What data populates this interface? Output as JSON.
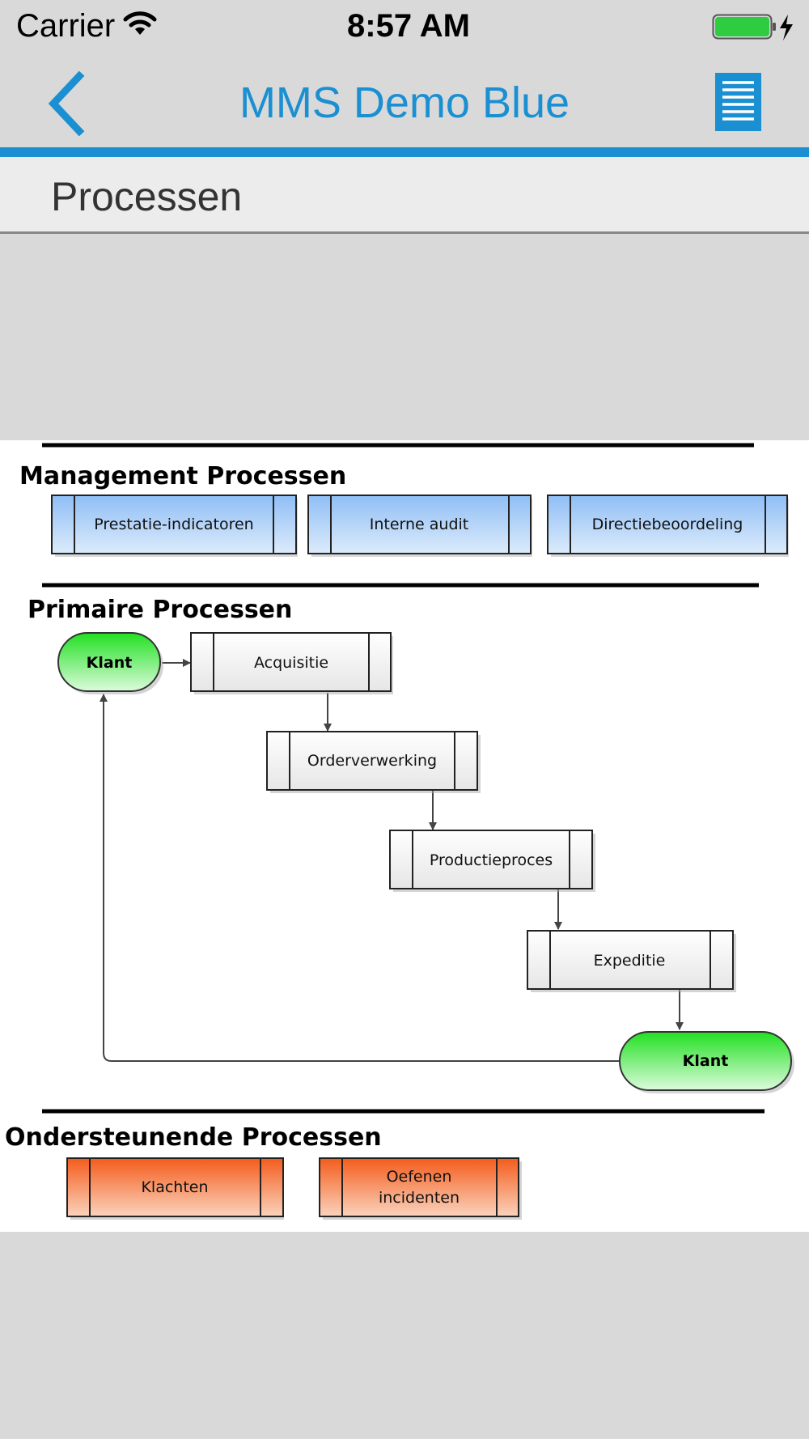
{
  "status_bar": {
    "carrier": "Carrier",
    "time": "8:57 AM",
    "battery_color": "#2ecc40"
  },
  "nav": {
    "title": "MMS Demo Blue",
    "accent_color": "#1a8fd1",
    "back_icon": "chevron-left-icon",
    "menu_icon": "list-icon"
  },
  "page": {
    "title": "Processen"
  },
  "diagram": {
    "management": {
      "title": "Management Processen",
      "items": [
        "Prestatie-indicatoren",
        "Interne audit",
        "Directiebeoordeling"
      ],
      "color": "#9fc6f3"
    },
    "primary": {
      "title": "Primaire Processen",
      "start": "Klant",
      "end": "Klant",
      "steps": [
        "Acquisitie",
        "Orderverwerking",
        "Productieproces",
        "Expeditie"
      ],
      "terminal_color": "#33e033"
    },
    "support": {
      "title": "Ondersteunende Processen",
      "items": [
        "Klachten",
        "Oefenen",
        "incidenten"
      ],
      "color": "#f7632a"
    }
  }
}
